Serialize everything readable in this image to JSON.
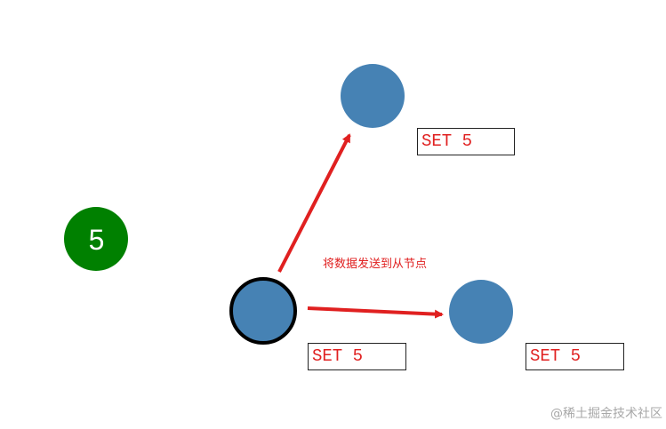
{
  "client": {
    "value": "5",
    "color": "#008000"
  },
  "nodes": {
    "fill_color": "#4682b4",
    "master_border_color": "#000000"
  },
  "commands": {
    "follower_top": "SET 5",
    "master": "SET 5",
    "follower_right": "SET 5"
  },
  "arrows": {
    "color": "#e02020",
    "label": "将数据发送到从节点"
  },
  "watermark": "@稀土掘金技术社区"
}
